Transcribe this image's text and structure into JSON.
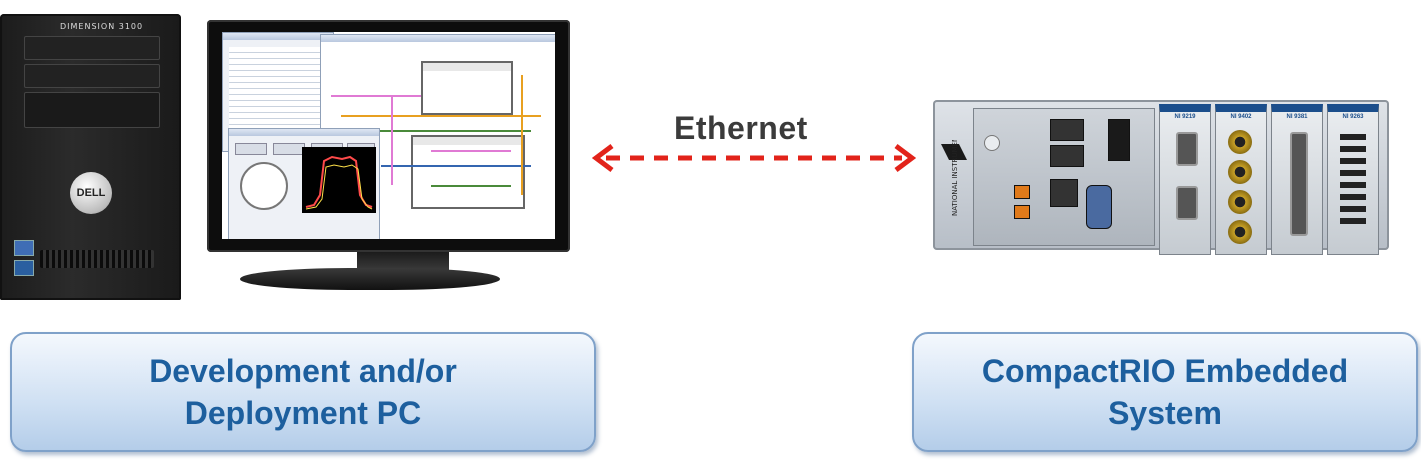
{
  "connection": {
    "label": "Ethernet",
    "arrow_color": "#e2231a"
  },
  "left": {
    "label": "Development and/or\nDeployment PC",
    "tower_brand": "DELL",
    "tower_model": "DIMENSION 3100"
  },
  "right": {
    "label": "CompactRIO Embedded\nSystem",
    "controller_brand": "NATIONAL INSTRUMENTS",
    "modules": [
      "NI 9219",
      "NI 9402",
      "NI 9381",
      "NI 9263"
    ]
  },
  "colors": {
    "label_text": "#1d5f9e",
    "label_border": "#7fa1c9",
    "label_fill": "#cfe0f3"
  }
}
